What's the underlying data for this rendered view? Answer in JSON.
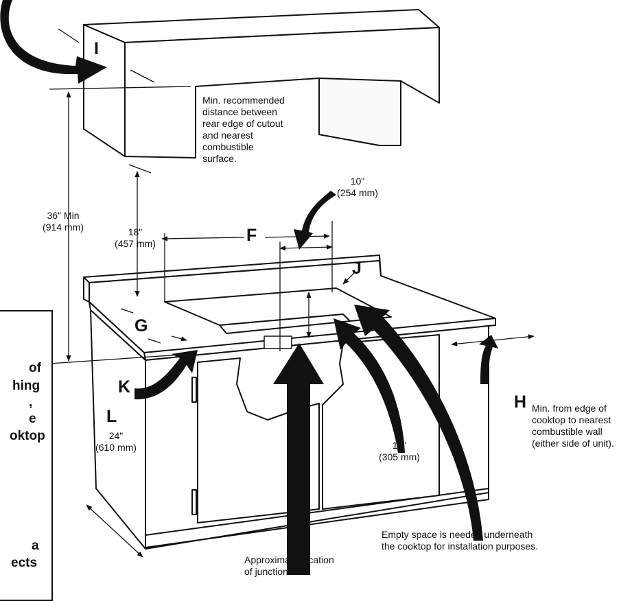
{
  "letters": {
    "F": "F",
    "G": "G",
    "H": "H",
    "I": "I",
    "J": "J",
    "K": "K",
    "L": "L"
  },
  "labels": {
    "rear_distance_note": "Min. recommended\ndistance between\nrear edge of cutout\nand nearest\ncombustible\nsurface.",
    "dim_10": "10\"\n(254 mm)",
    "dim_36": "36\" Min\n(914 mm)",
    "dim_18": "18\"\n(457 mm)",
    "dim_24": "24\"\n(610 mm)",
    "dim_12": "12\"\n(305 mm)",
    "h_note": "Min. from edge of\ncooktop to nearest\ncombustible wall\n(either side of unit).",
    "empty_space_note": "Empty space is needed underneath\nthe cooktop for installation purposes.",
    "junction_box_note": "Approximate location\nof junction box."
  },
  "sidebox_fragments": [
    "of",
    "hing",
    ",",
    "e",
    "oktop",
    "a",
    "ects"
  ]
}
